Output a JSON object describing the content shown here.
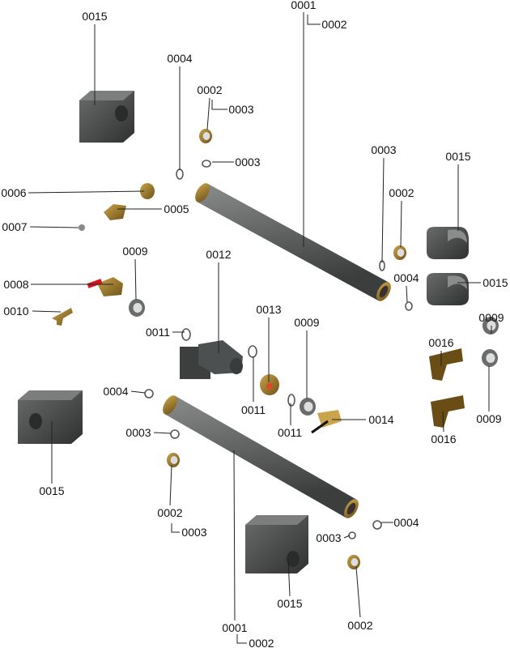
{
  "callouts": [
    "0015",
    "0001",
    "0002",
    "0004",
    "0002",
    "0003",
    "0003",
    "0006",
    "0005",
    "0007",
    "0008",
    "0009",
    "0010",
    "0012",
    "0011",
    "0013",
    "0011",
    "0009",
    "0011",
    "0014",
    "0003",
    "0002",
    "0015",
    "0004",
    "0015",
    "0009",
    "0016",
    "0009",
    "0016",
    "0004",
    "0003",
    "0015",
    "0002",
    "0003",
    "0001",
    "0002",
    "0004",
    "0003",
    "0015",
    "0002"
  ],
  "colors": {
    "housing": "#4a4c4c",
    "pipe": "#6e7070",
    "brass": "#8a6a28",
    "ring": "#6a6c6c",
    "valve_handle": "#d4161c"
  }
}
